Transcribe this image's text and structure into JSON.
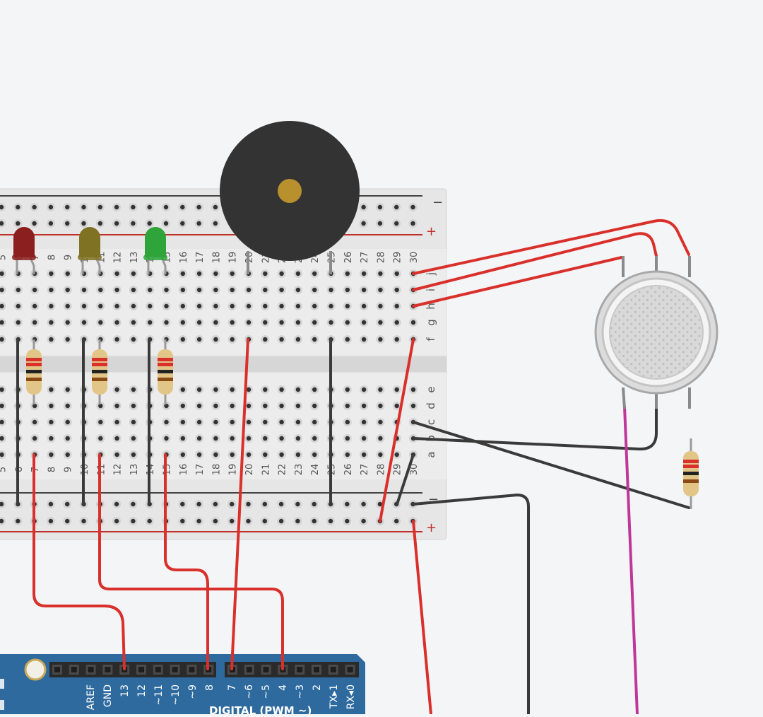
{
  "breadboard": {
    "top_rail": {
      "minus_label": "−",
      "plus_label": "+"
    },
    "bottom_rail": {
      "minus_label": "−",
      "plus_label": "+"
    },
    "column_numbers_visible": [
      "5",
      "6",
      "7",
      "8",
      "9",
      "10",
      "11",
      "12",
      "13",
      "14",
      "15",
      "16",
      "17",
      "18",
      "19",
      "20",
      "21",
      "22",
      "23",
      "24",
      "25",
      "26",
      "27",
      "28",
      "29",
      "30"
    ],
    "row_letters_top": [
      "f",
      "g",
      "h",
      "i",
      "j"
    ],
    "row_letters_bottom": [
      "a",
      "b",
      "c",
      "d",
      "e"
    ]
  },
  "arduino": {
    "header_labels": [
      "AREF",
      "GND",
      "13",
      "12",
      "~11",
      "~10",
      "~9",
      "8",
      "7",
      "~6",
      "~5",
      "4",
      "~3",
      "2",
      "TX▸1",
      "RX◂0"
    ],
    "digital_label": "DIGITAL (PWM ~)",
    "board_color": "#2e6a9e"
  },
  "components": {
    "leds": [
      {
        "name": "red-led",
        "color": "#8b1e1e"
      },
      {
        "name": "yellow-led",
        "color": "#7f7222"
      },
      {
        "name": "green-led",
        "color": "#2ea43a"
      }
    ],
    "buzzer": {
      "body_color": "#333333",
      "center_color": "#b8902e"
    },
    "gas_sensor": {
      "body_color": "#dcdcdc"
    }
  },
  "wire_colors": {
    "red": "#d9302b",
    "black": "#3a3a3a",
    "magenta": "#c0379a"
  }
}
